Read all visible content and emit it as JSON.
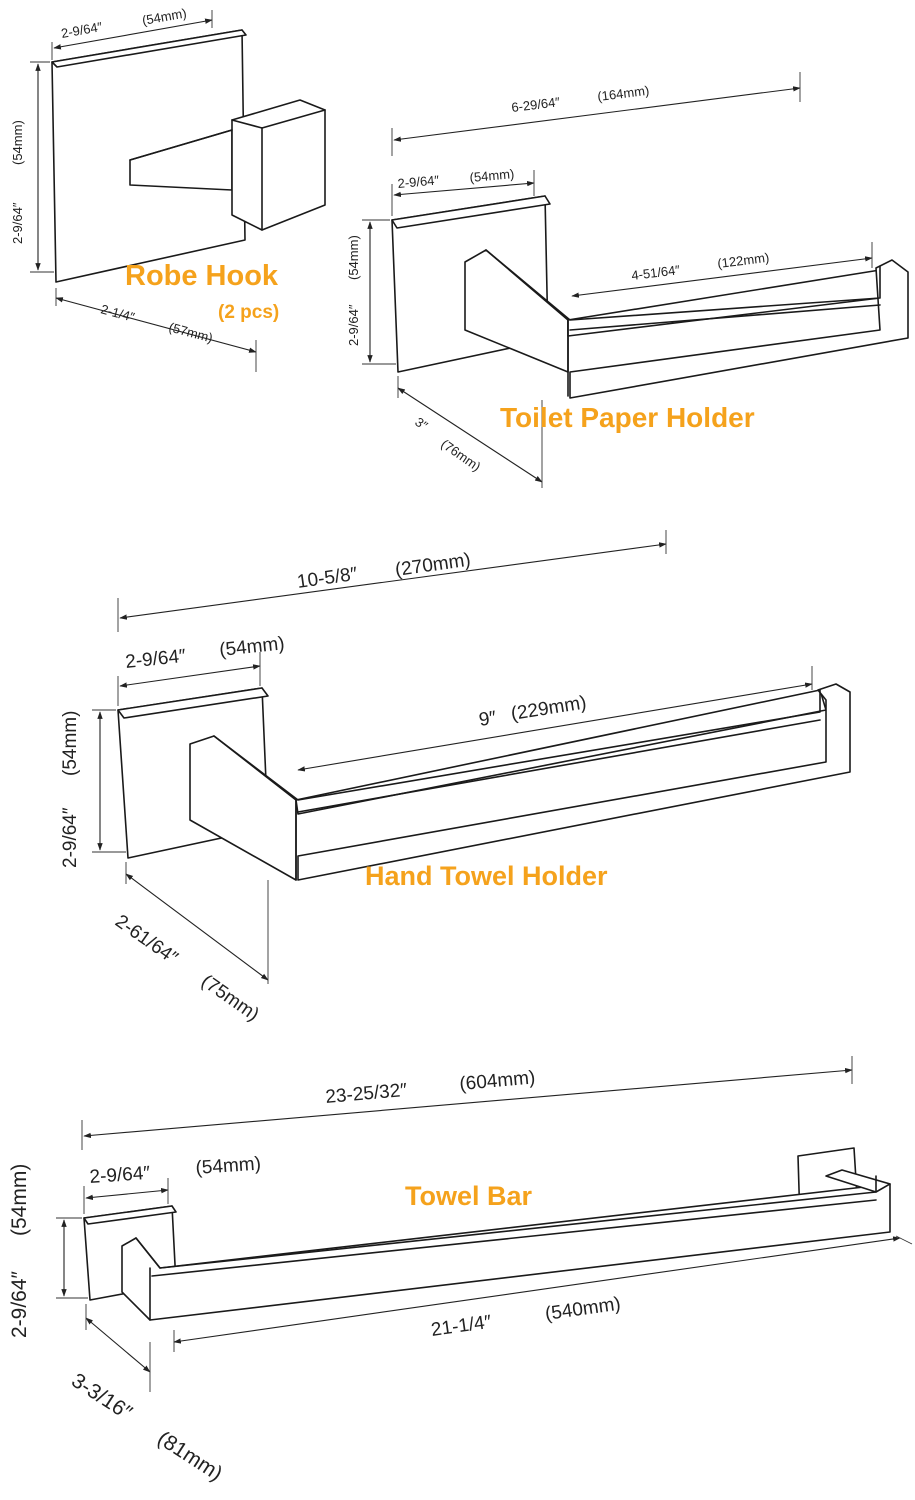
{
  "colors": {
    "accent": "#f5a21c",
    "line": "#1a1a1a"
  },
  "robe_hook": {
    "title": "Robe Hook",
    "subtitle": "(2 pcs)",
    "width_in": "2-9/64″",
    "width_mm": "(54mm)",
    "height_in": "2-9/64″",
    "height_mm": "(54mm)",
    "depth_in": "2-1/4″",
    "depth_mm": "(57mm)"
  },
  "toilet_paper_holder": {
    "title": "Toilet Paper Holder",
    "overall_in": "6-29/64″",
    "overall_mm": "(164mm)",
    "plate_in": "2-9/64″",
    "plate_mm": "(54mm)",
    "height_in": "2-9/64″",
    "height_mm": "(54mm)",
    "arm_in": "4-51/64″",
    "arm_mm": "(122mm)",
    "depth_in": "3″",
    "depth_mm": "(76mm)"
  },
  "hand_towel_holder": {
    "title": "Hand Towel Holder",
    "overall_in": "10-5/8″",
    "overall_mm": "(270mm)",
    "plate_in": "2-9/64″",
    "plate_mm": "(54mm)",
    "height_in": "2-9/64″",
    "height_mm": "(54mm)",
    "arm_in": "9″",
    "arm_mm": "(229mm)",
    "depth_in": "2-61/64″",
    "depth_mm": "(75mm)"
  },
  "towel_bar": {
    "title": "Towel Bar",
    "overall_in": "23-25/32″",
    "overall_mm": "(604mm)",
    "plate_in": "2-9/64″",
    "plate_mm": "(54mm)",
    "height_in": "2-9/64″",
    "height_mm": "(54mm)",
    "bar_in": "21-1/4″",
    "bar_mm": "(540mm)",
    "depth_in": "3-3/16″",
    "depth_mm": "(81mm)"
  }
}
